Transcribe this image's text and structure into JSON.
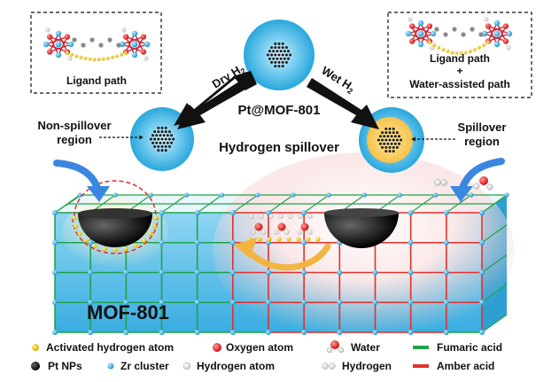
{
  "center": {
    "title": "Pt@MOF-801",
    "subtitle": "Hydrogen spillover"
  },
  "left_branch": {
    "arrow_label": "Dry H",
    "arrow_label_sub": "2",
    "box_label": "Ligand path",
    "region_label_line1": "Non-spillover",
    "region_label_line2": "region"
  },
  "right_branch": {
    "arrow_label": "Wet H",
    "arrow_label_sub": "2",
    "box_label_line1": "Ligand path",
    "box_label_plus": "+",
    "box_label_line2": "Water-assisted path",
    "region_label_line1": "Spillover",
    "region_label_line2": "region"
  },
  "framework_label": "MOF-801",
  "legend": [
    {
      "label": "Activated hydrogen atom",
      "symbol": "yellow-dot"
    },
    {
      "label": "Oxygen atom",
      "symbol": "red-dot"
    },
    {
      "label": "Water",
      "symbol": "water-molecule"
    },
    {
      "label": "Fumaric acid",
      "symbol": "green-line"
    },
    {
      "label": "Pt NPs",
      "symbol": "black-dot"
    },
    {
      "label": "Zr cluster",
      "symbol": "blue-dot"
    },
    {
      "label": "Hydrogen atom",
      "symbol": "white-dot"
    },
    {
      "label": "Hydrogen",
      "symbol": "h2-molecule"
    },
    {
      "label": "Amber acid",
      "symbol": "red-line"
    }
  ],
  "colors": {
    "fumaric": "#1fa34a",
    "amber": "#e0302c",
    "zr": "#39b3e6",
    "pt": "#111111",
    "activated_h": "#e8c000",
    "oxygen": "#e21b1b",
    "arrow": "#111111",
    "blue_arrow": "#3b86e0",
    "yellow_arrow": "#f2b541"
  }
}
